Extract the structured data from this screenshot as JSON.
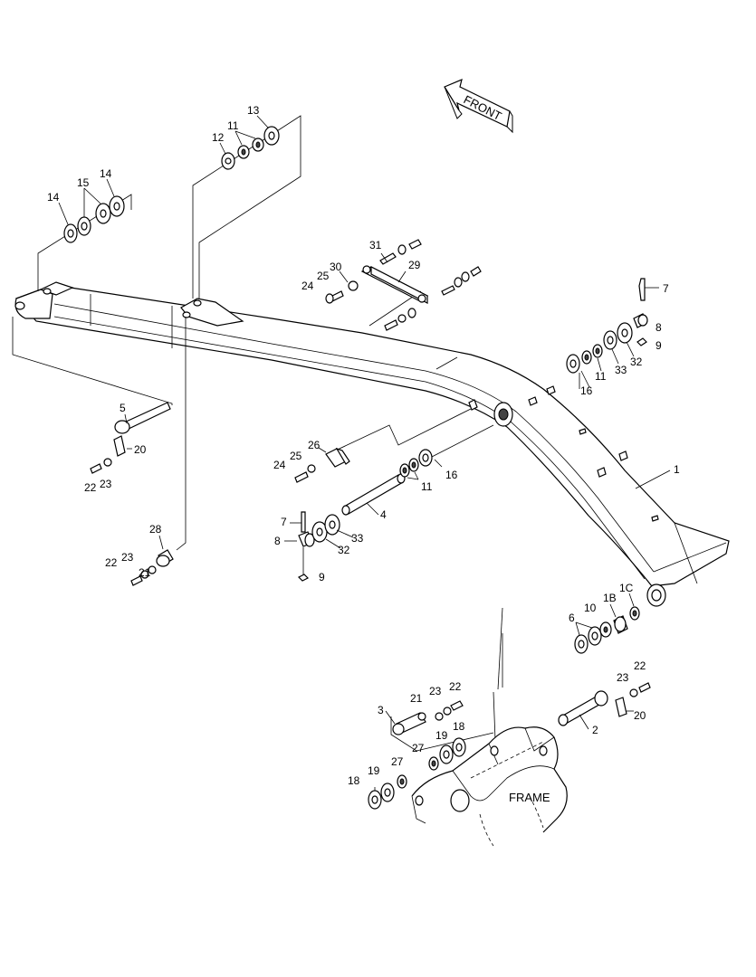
{
  "front_arrow": {
    "label": "FRONT"
  },
  "frame_label": "FRAME",
  "callouts": [
    {
      "id": "c1",
      "text": "1"
    },
    {
      "id": "c2",
      "text": "2"
    },
    {
      "id": "c3",
      "text": "3"
    },
    {
      "id": "c4",
      "text": "4"
    },
    {
      "id": "c5",
      "text": "5"
    },
    {
      "id": "c6",
      "text": "6"
    },
    {
      "id": "c7a",
      "text": "7"
    },
    {
      "id": "c7b",
      "text": "7"
    },
    {
      "id": "c8a",
      "text": "8"
    },
    {
      "id": "c8b",
      "text": "8"
    },
    {
      "id": "c9a",
      "text": "9"
    },
    {
      "id": "c9b",
      "text": "9"
    },
    {
      "id": "c10",
      "text": "10"
    },
    {
      "id": "c1b",
      "text": "1B"
    },
    {
      "id": "c1c",
      "text": "1C"
    },
    {
      "id": "c11a",
      "text": "11"
    },
    {
      "id": "c11b",
      "text": "11"
    },
    {
      "id": "c11c",
      "text": "11"
    },
    {
      "id": "c12",
      "text": "12"
    },
    {
      "id": "c13",
      "text": "13"
    },
    {
      "id": "c14a",
      "text": "14"
    },
    {
      "id": "c14b",
      "text": "14"
    },
    {
      "id": "c15",
      "text": "15"
    },
    {
      "id": "c16a",
      "text": "16"
    },
    {
      "id": "c16b",
      "text": "16"
    },
    {
      "id": "c18a",
      "text": "18"
    },
    {
      "id": "c18b",
      "text": "18"
    },
    {
      "id": "c19a",
      "text": "19"
    },
    {
      "id": "c19b",
      "text": "19"
    },
    {
      "id": "c20a",
      "text": "20"
    },
    {
      "id": "c20b",
      "text": "20"
    },
    {
      "id": "c21a",
      "text": "21"
    },
    {
      "id": "c21b",
      "text": "21"
    },
    {
      "id": "c22a",
      "text": "22"
    },
    {
      "id": "c22b",
      "text": "22"
    },
    {
      "id": "c22c",
      "text": "22"
    },
    {
      "id": "c22d",
      "text": "22"
    },
    {
      "id": "c23a",
      "text": "23"
    },
    {
      "id": "c23b",
      "text": "23"
    },
    {
      "id": "c23c",
      "text": "23"
    },
    {
      "id": "c23d",
      "text": "23"
    },
    {
      "id": "c24a",
      "text": "24"
    },
    {
      "id": "c24b",
      "text": "24"
    },
    {
      "id": "c25a",
      "text": "25"
    },
    {
      "id": "c25b",
      "text": "25"
    },
    {
      "id": "c26",
      "text": "26"
    },
    {
      "id": "c27a",
      "text": "27"
    },
    {
      "id": "c27b",
      "text": "27"
    },
    {
      "id": "c28",
      "text": "28"
    },
    {
      "id": "c29",
      "text": "29"
    },
    {
      "id": "c30",
      "text": "30"
    },
    {
      "id": "c31",
      "text": "31"
    },
    {
      "id": "c32a",
      "text": "32"
    },
    {
      "id": "c32b",
      "text": "32"
    },
    {
      "id": "c33a",
      "text": "33"
    },
    {
      "id": "c33b",
      "text": "33"
    }
  ]
}
